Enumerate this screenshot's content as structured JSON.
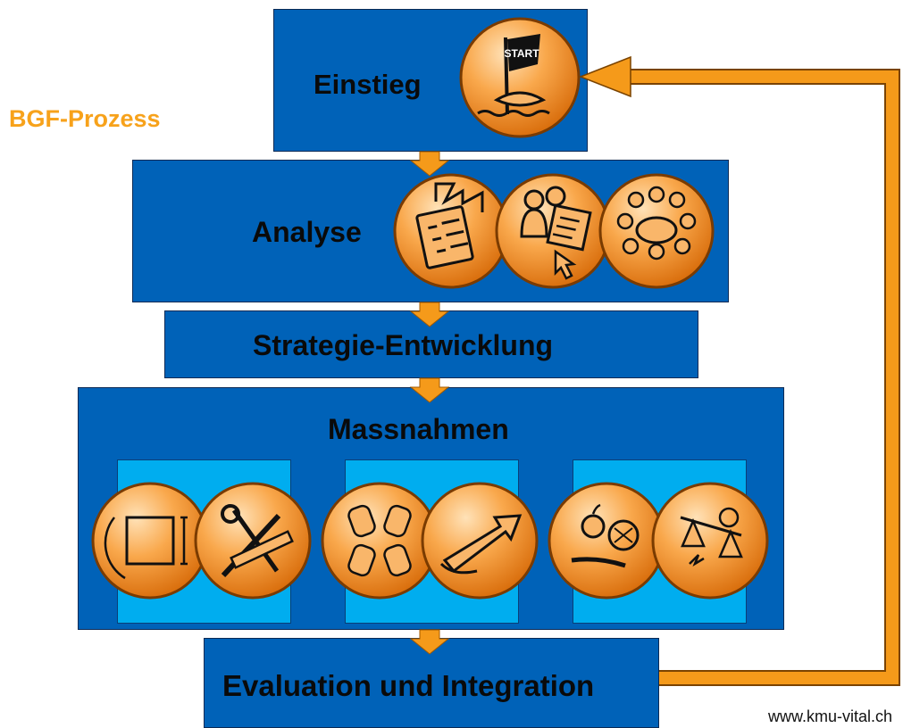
{
  "process_label": "BGF-Prozess",
  "steps": {
    "einstieg": "Einstieg",
    "analyse": "Analyse",
    "strategie": "Strategie-Entwicklung",
    "massnahmen": "Massnahmen",
    "evaluation": "Evaluation und Integration"
  },
  "icons": {
    "start_flag_text": "START"
  },
  "footer": "www.kmu-vital.ch",
  "colors": {
    "box_blue": "#0062b8",
    "panel_cyan": "#00adef",
    "accent_orange": "#f7a21b",
    "arrow_orange": "#f59a1a"
  }
}
